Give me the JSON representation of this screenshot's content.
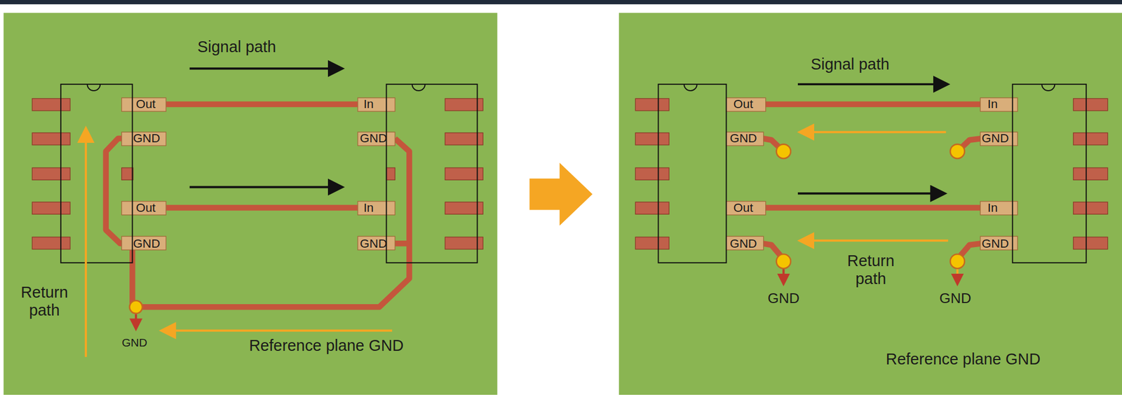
{
  "diagram": {
    "labels": [
      "Signal path",
      "Out",
      "In",
      "GND",
      "GND",
      "Out",
      "In",
      "GND",
      "GND",
      "Return path",
      "GND",
      "Reference plane GND",
      "Signal path",
      "Out",
      "In",
      "GND",
      "GND",
      "Out",
      "In",
      "GND",
      "GND",
      "Return path",
      "GND",
      "GND",
      "Reference plane GND"
    ]
  }
}
